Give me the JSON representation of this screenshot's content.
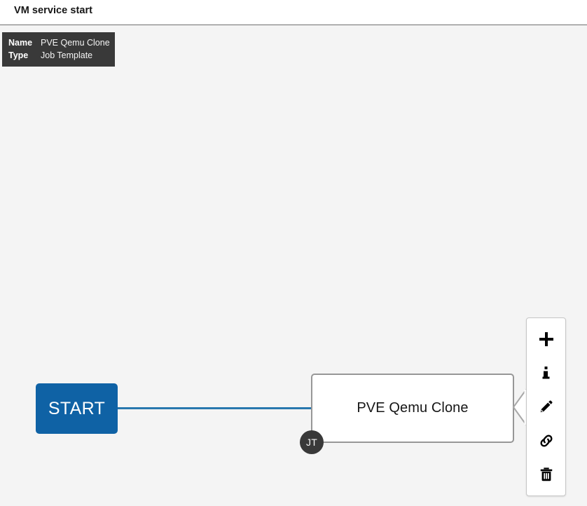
{
  "header": {
    "title": "VM service start"
  },
  "tooltip": {
    "rows": [
      {
        "key": "Name",
        "value": "PVE Qemu Clone"
      },
      {
        "key": "Type",
        "value": "Job Template"
      }
    ]
  },
  "graph": {
    "start_node": {
      "label": "START",
      "color": "#0f62a5",
      "text_color": "#ffffff"
    },
    "connector": {
      "color": "#2878ae"
    },
    "job_node": {
      "label": "PVE Qemu Clone",
      "badge": "JT",
      "border_color": "#979797",
      "fill": "#ffffff",
      "badge_color": "#393939"
    }
  },
  "action_toolbar": {
    "items": [
      {
        "name": "add",
        "icon": "plus-icon"
      },
      {
        "name": "details",
        "icon": "info-icon"
      },
      {
        "name": "edit",
        "icon": "pencil-icon"
      },
      {
        "name": "link",
        "icon": "link-icon"
      },
      {
        "name": "delete",
        "icon": "trash-icon"
      }
    ]
  },
  "colors": {
    "canvas_bg": "#f4f4f4",
    "header_bg": "#ffffff",
    "tooltip_bg": "#393939"
  }
}
